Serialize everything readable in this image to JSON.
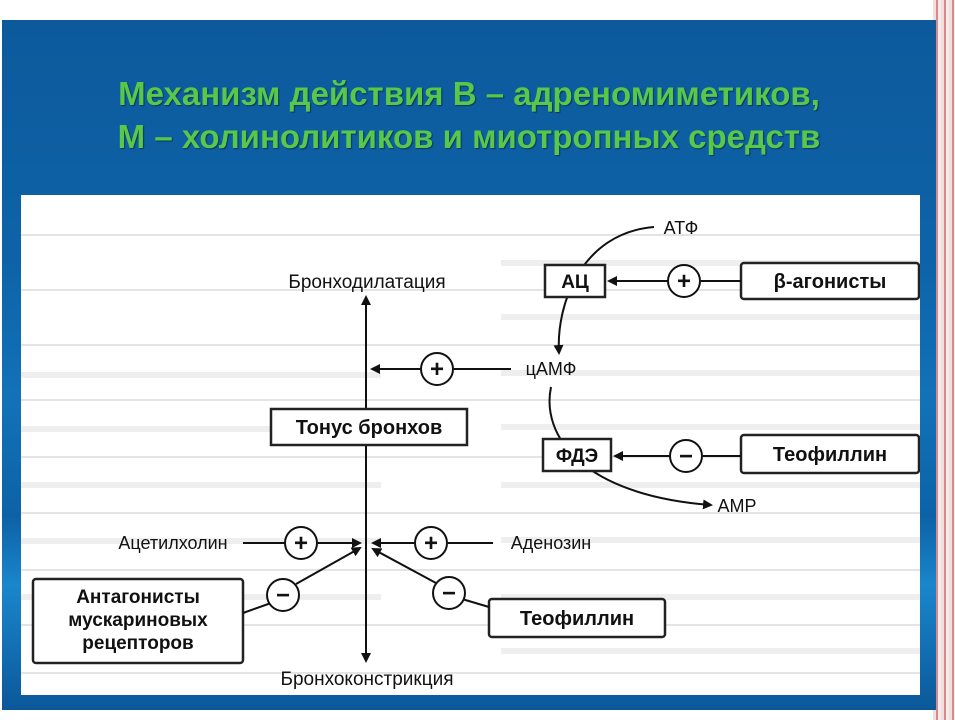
{
  "title": {
    "line1": "Механизм действия В – адреномиметиков,",
    "line2": "М – холинолитиков и миотропных средств"
  },
  "diagram": {
    "nodes": {
      "atp": "АТФ",
      "ac": "АЦ",
      "beta_agonists": "β-агонисты",
      "bronchodilation": "Бронходилатация",
      "camp": "цАМФ",
      "bronchial_tone": "Тонус бронхов",
      "pde": "ФДЭ",
      "theophylline_1": "Теофиллин",
      "amp": "AMP",
      "acetylcholine": "Ацетилхолин",
      "adenosine": "Аденозин",
      "muscarinic_line1": "Антагонисты",
      "muscarinic_line2": "мускариновых",
      "muscarinic_line3": "рецепторов",
      "theophylline_2": "Теофиллин",
      "bronchoconstriction": "Бронхоконстрикция"
    },
    "signs": {
      "beta_to_ac": "+",
      "camp_to_tone": "+",
      "theo_to_pde": "−",
      "ach_to_center": "+",
      "aden_to_center": "+",
      "musc_to_center": "−",
      "theo2_to_center": "−"
    }
  },
  "colors": {
    "title_green": "#57c84a",
    "slide_blue": "#0e63a8",
    "box_border": "#222222"
  }
}
